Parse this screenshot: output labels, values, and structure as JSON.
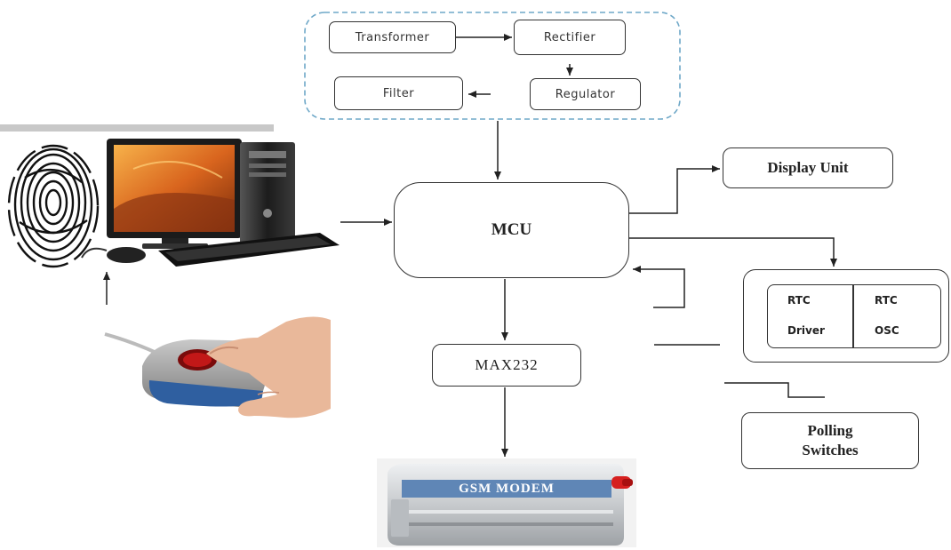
{
  "power_supply": {
    "transformer": "Transformer",
    "rectifier": "Rectifier",
    "regulator": "Regulator",
    "filter": "Filter"
  },
  "mcu": "MCU",
  "display_unit": "Display Unit",
  "max232": "MAX232",
  "gsm_modem": "GSM MODEM",
  "rtc": {
    "driver_top": "RTC",
    "driver_bottom": "Driver",
    "osc_top": "RTC",
    "osc_bottom": "OSC"
  },
  "polling": {
    "line1": "Polling",
    "line2": "Switches"
  },
  "colors": {
    "dashed_border": "#6fa8c8",
    "line": "#222222",
    "gsm_label_bg": "#5f86b6",
    "gsm_body": "#c9ccd0",
    "antenna": "#d62020",
    "screen": "#d9651e",
    "scanner_base": "#2f5fa0",
    "skin": "#e9b89a"
  },
  "icons": [
    "fingerprint-icon",
    "desktop-computer-icon",
    "fingerprint-scanner-icon",
    "gsm-modem-icon"
  ]
}
